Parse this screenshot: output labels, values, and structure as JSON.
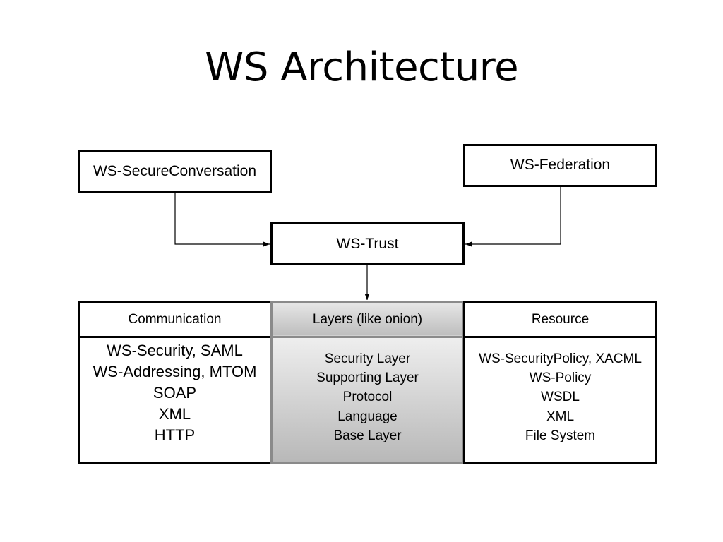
{
  "title": "WS Architecture",
  "boxes": {
    "secure_conversation": "WS-SecureConversation",
    "federation": "WS-Federation",
    "trust": "WS-Trust"
  },
  "columns": {
    "communication": {
      "header": "Communication",
      "items": [
        "WS-Security, SAML",
        "WS-Addressing, MTOM",
        "SOAP",
        "XML",
        "HTTP"
      ]
    },
    "layers": {
      "header": "Layers (like onion)",
      "items": [
        "Security Layer",
        "Supporting Layer",
        "Protocol",
        "Language",
        "Base Layer"
      ]
    },
    "resource": {
      "header": "Resource",
      "items": [
        "WS-SecurityPolicy, XACML",
        "WS-Policy",
        "WSDL",
        "XML",
        "File System"
      ]
    }
  }
}
